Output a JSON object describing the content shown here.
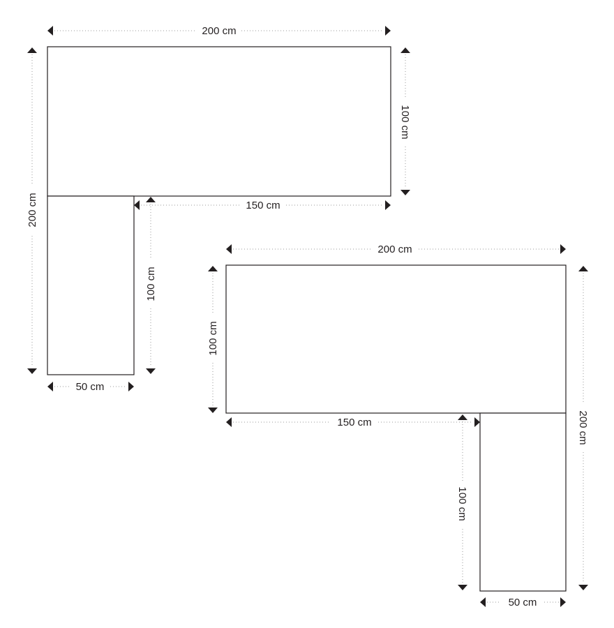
{
  "diagrams": [
    {
      "dimensions": {
        "top_width": "200 cm",
        "right_depth": "100 cm",
        "inner_width": "150 cm",
        "total_height": "200 cm",
        "leg_height": "100 cm",
        "leg_width": "50 cm"
      }
    },
    {
      "dimensions": {
        "top_width": "200 cm",
        "left_depth": "100 cm",
        "inner_width": "150 cm",
        "total_height": "200 cm",
        "leg_height": "100 cm",
        "leg_width": "50 cm"
      }
    }
  ],
  "colors": {
    "outline": "#231f20",
    "dim_line": "#9a9a9a",
    "background": "#ffffff"
  }
}
